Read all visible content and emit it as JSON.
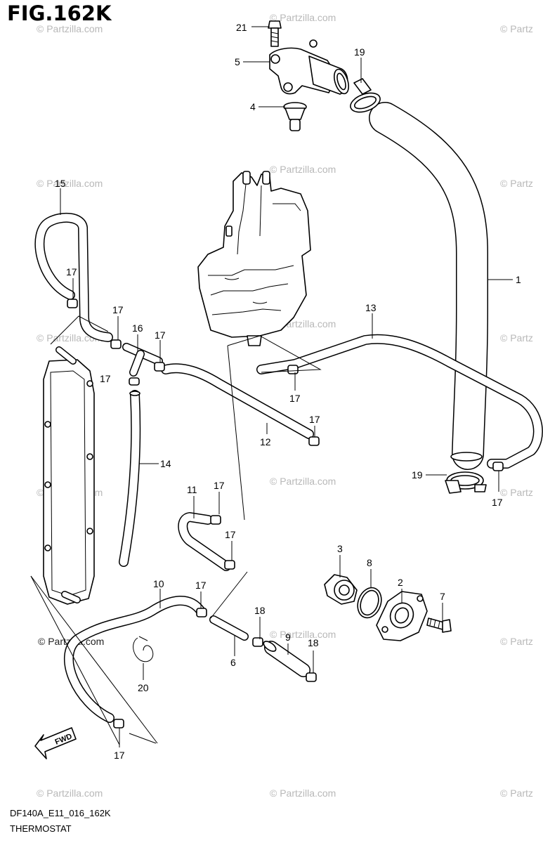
{
  "figure_title": "FIG.162K",
  "footer": {
    "code": "DF140A_E11_016_162K",
    "name": "THERMOSTAT"
  },
  "watermark": "© Partzilla.com",
  "watermark_cropped": "© Partz",
  "fwd_label": "FWD",
  "callouts": {
    "c1": "1",
    "c2": "2",
    "c3": "3",
    "c4": "4",
    "c5": "5",
    "c6": "6",
    "c7": "7",
    "c8": "8",
    "c9": "9",
    "c10": "10",
    "c11": "11",
    "c12": "12",
    "c13": "13",
    "c14": "14",
    "c15": "15",
    "c16": "16",
    "c17a": "17",
    "c17b": "17",
    "c17c": "17",
    "c17d": "17",
    "c17e": "17",
    "c17f": "17",
    "c17g": "17",
    "c17h": "17",
    "c17i": "17",
    "c17j": "17",
    "c17k": "17",
    "c18a": "18",
    "c18b": "18",
    "c19a": "19",
    "c19b": "19",
    "c20": "20",
    "c21": "21"
  }
}
